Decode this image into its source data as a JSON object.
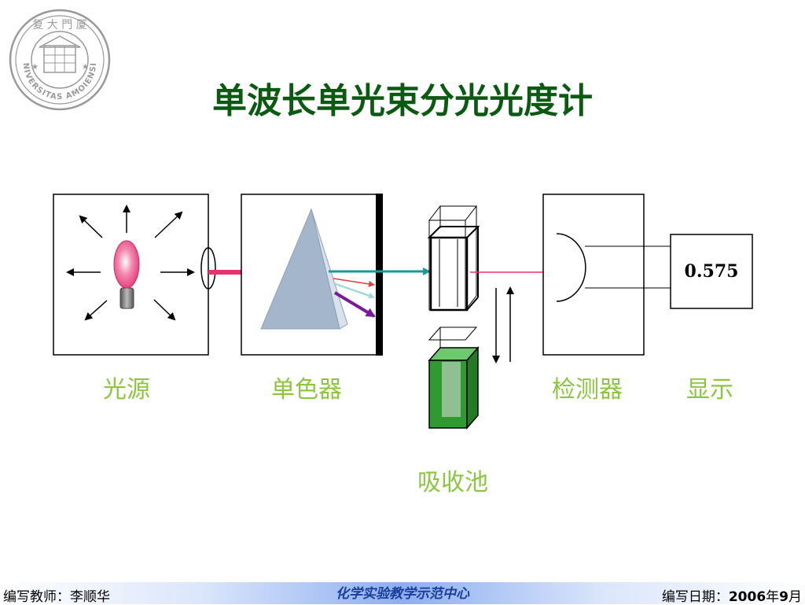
{
  "title": "单波长单光束分光光度计",
  "logo": {
    "top_text": "复 大 門 厦",
    "ring_text": "UNIVERSITAS AMOIENSIS"
  },
  "components": {
    "light_source": "光源",
    "monochromator": "单色器",
    "cuvette": "吸收池",
    "detector": "检测器",
    "display": "显示"
  },
  "display_value": "0.575",
  "footer": {
    "left": "编写教师：李顺华",
    "center": "化学实验教学示范中心",
    "right_prefix": "编写日期：",
    "right_year": "2006",
    "right_year_suffix": "年",
    "right_month": "9",
    "right_month_suffix": "月"
  },
  "colors": {
    "title": "#0b5a12",
    "label": "#8cc63f",
    "beam_pink": "#e8326e",
    "beam_teal": "#1a9a98",
    "prism": "#a3b6cb",
    "bulb": "#f06090",
    "cuvette_green": "#3aa63a"
  }
}
